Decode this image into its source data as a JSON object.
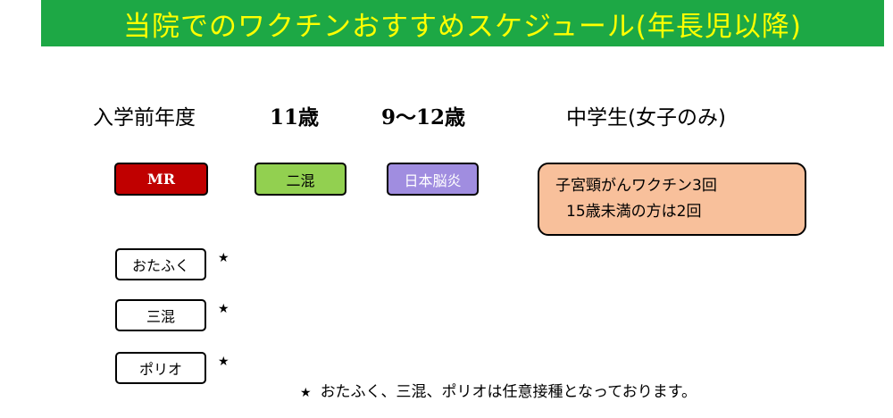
{
  "title": "当院でのワクチンおすすめスケジュール(年長児以降)",
  "headings": {
    "preschool": "入学前年度",
    "age11": "11歳",
    "age9_12": "9～12歳",
    "junior_high": "中学生(女子のみ)"
  },
  "vaccines": {
    "mr": "MR",
    "nikon": "二混",
    "nihon_noen": "日本脳炎",
    "hpv_line1": "子宮頸がんワクチン3回",
    "hpv_line2": "15歳未満の方は2回",
    "otafuku": "おたふく",
    "sankon": "三混",
    "polio": "ポリオ"
  },
  "star": "★",
  "note": {
    "star": "★",
    "text": "おたふく、三混、ポリオは任意接種となっております。"
  },
  "colors": {
    "banner": "#1da845",
    "title": "#ffff00",
    "mr": "#c00000",
    "nikon": "#92d050",
    "nihon_noen": "#a08de0",
    "hpv": "#f8c09b"
  }
}
